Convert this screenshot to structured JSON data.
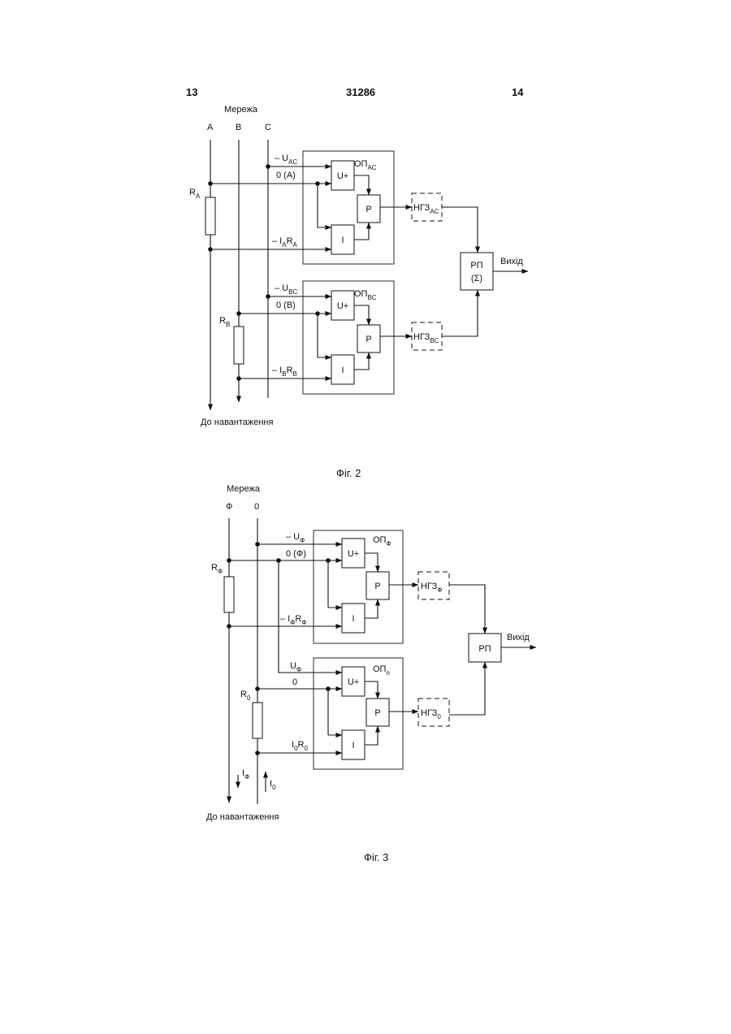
{
  "header": {
    "page_left": "13",
    "patent_number": "31286",
    "page_right": "14"
  },
  "fig2": {
    "network_label": "Мережа",
    "phases": [
      "A",
      "B",
      "C"
    ],
    "resistor_a": "R",
    "resistor_a_sub": "A",
    "resistor_b": "R",
    "resistor_b_sub": "B",
    "sig_uac": "– U",
    "sig_uac_sub": "AC",
    "sig_0a": "0 (A)",
    "sig_iara_pre": "– I",
    "sig_iara_s1": "A",
    "sig_iara_mid": "R",
    "sig_iara_s2": "A",
    "sig_ubc": "– U",
    "sig_ubc_sub": "BC",
    "sig_0b": "0 (B)",
    "sig_ibrb_pre": "– I",
    "sig_ibrb_s1": "B",
    "sig_ibrb_mid": "R",
    "sig_ibrb_s2": "B",
    "op_ac": "ОП",
    "op_ac_sub": "AC",
    "op_bc": "ОП",
    "op_bc_sub": "BC",
    "block_u": "U+",
    "block_p": "P",
    "block_i": "I",
    "ngz_ac": "НГЗ",
    "ngz_ac_sub": "AC",
    "ngz_bc": "НГЗ",
    "ngz_bc_sub": "BC",
    "rp_line1": "РП",
    "rp_line2": "(Σ)",
    "output": "Вихід",
    "load": "До навантаження",
    "caption": "Фіг. 2"
  },
  "fig3": {
    "network_label": "Мережа",
    "phases": [
      "Ф",
      "0"
    ],
    "resistor_f": "R",
    "resistor_f_sub": "Ф",
    "resistor_0": "R",
    "resistor_0_sub": "0",
    "sig_uf_neg": "– U",
    "sig_uf_neg_sub": "Ф",
    "sig_0f": "0 (Ф)",
    "sig_ifrf_pre": "– I",
    "sig_ifrf_s1": "Ф",
    "sig_ifrf_mid": "R",
    "sig_ifrf_s2": "Ф",
    "sig_uf": "U",
    "sig_uf_sub": "Ф",
    "sig_0": "0",
    "sig_i0r0_pre": "I",
    "sig_i0r0_s1": "0",
    "sig_i0r0_mid": "R",
    "sig_i0r0_s2": "0",
    "op_f": "ОП",
    "op_f_sub": "Ф",
    "op_n": "ОП",
    "op_n_sub": "n",
    "block_u": "U+",
    "block_p": "P",
    "block_i": "I",
    "ngz_f": "НГЗ",
    "ngz_f_sub": "Ф",
    "ngz_0": "НГЗ",
    "ngz_0_sub": "0",
    "rp": "РП",
    "output": "Вихід",
    "current_f": "I",
    "current_f_sub": "Ф",
    "current_0": "I",
    "current_0_sub": "0",
    "load": "До навантаження",
    "caption": "Фіг. 3"
  }
}
